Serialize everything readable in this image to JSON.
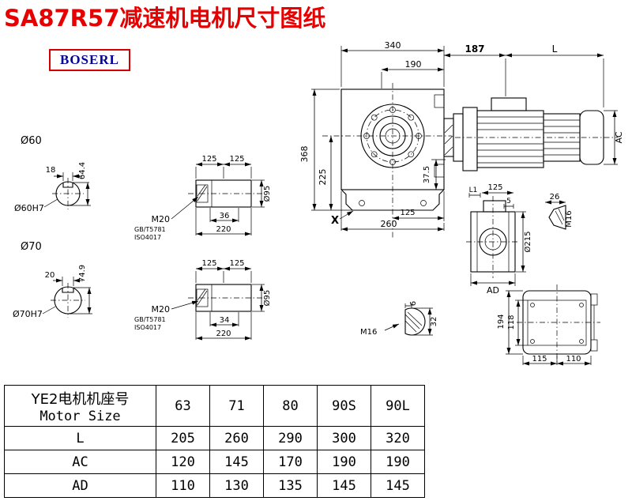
{
  "title": "SA87R57减速机电机尺寸图纸",
  "logo": "BOSERL",
  "colors": {
    "title": "#e60000",
    "logo_text": "#000099",
    "logo_border": "#d40000",
    "line": "#000000"
  },
  "views": {
    "s60": {
      "dia": "Ø60",
      "key": "18",
      "h": "64.4",
      "fit": "Ø60H7"
    },
    "s70": {
      "dia": "Ø70",
      "key": "20",
      "h": "74.9",
      "fit": "Ø70H7"
    },
    "detail_top": {
      "d125a": "125",
      "d125b": "125",
      "thread": "M20",
      "std1": "GB/T5781",
      "std2": "ISO4017",
      "key": "36",
      "len": "220",
      "dia": "Ø95"
    },
    "detail_bot": {
      "d125a": "125",
      "d125b": "125",
      "thread": "M20",
      "std1": "GB/T5781",
      "std2": "ISO4017",
      "key": "34",
      "len": "220",
      "dia": "Ø95"
    },
    "front": {
      "w": "340",
      "fl": "190",
      "h": "368",
      "ch": "225",
      "ft": "37.5",
      "b1": "125",
      "b2": "260",
      "x": "X"
    },
    "motor": {
      "g": "187",
      "l": "L",
      "ac": "AC"
    },
    "side": {
      "l1": "L1",
      "d125": "125",
      "d5": "5",
      "dia": "Ø215",
      "ad": "AD"
    },
    "plug": {
      "d26": "26",
      "m16": "M16"
    },
    "key": {
      "m16": "M16",
      "d6": "6",
      "d32": "32"
    },
    "rear": {
      "h1": "194",
      "h2": "118",
      "b1": "115",
      "b2": "110"
    }
  },
  "table": {
    "header_line1": "YE2电机机座号",
    "header_line2": "Motor Size",
    "sizes": [
      "63",
      "71",
      "80",
      "90S",
      "90L"
    ],
    "rows": [
      {
        "label": "L",
        "values": [
          "205",
          "260",
          "290",
          "300",
          "320"
        ]
      },
      {
        "label": "AC",
        "values": [
          "120",
          "145",
          "170",
          "190",
          "190"
        ]
      },
      {
        "label": "AD",
        "values": [
          "110",
          "130",
          "135",
          "145",
          "145"
        ]
      }
    ]
  }
}
